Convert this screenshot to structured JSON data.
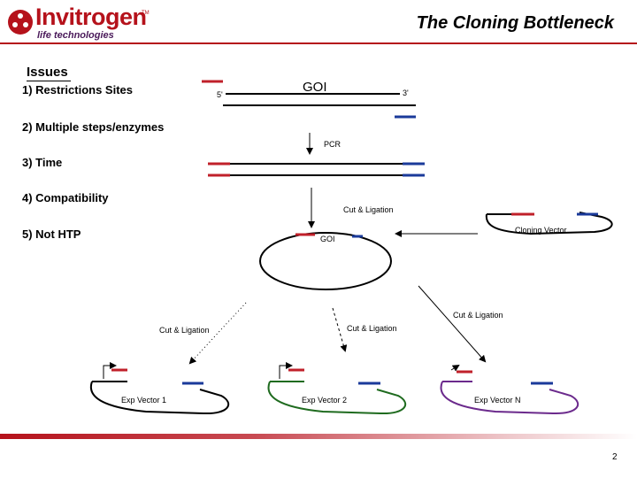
{
  "header": {
    "brand_name": "Invitrogen",
    "brand_tm": "TM",
    "brand_tagline": "life technologies",
    "title": "The Cloning Bottleneck"
  },
  "issues": {
    "heading": "Issues",
    "items": [
      "1) Restrictions Sites",
      "2) Multiple steps/enzymes",
      "3) Time",
      "4) Compatibility",
      "5) Not HTP"
    ]
  },
  "diagram": {
    "goi_label": "GOI",
    "five_prime": "5'",
    "three_prime": "3'",
    "pcr_label": "PCR",
    "cut_ligation": "Cut & Ligation",
    "cloning_vector_label": "Cloning Vector",
    "plasmid_goi_label": "GOI",
    "exp_vectors": [
      "Exp Vector 1",
      "Exp Vector 2",
      "Exp Vector N"
    ]
  },
  "colors": {
    "brand_red": "#b5121b",
    "site_red": "#c0202a",
    "site_blue": "#1a3a9a",
    "vector1": "#000000",
    "vector2": "#1f6b1f",
    "vectorN": "#6b2a8c"
  },
  "footer": {
    "page_number": "2"
  }
}
